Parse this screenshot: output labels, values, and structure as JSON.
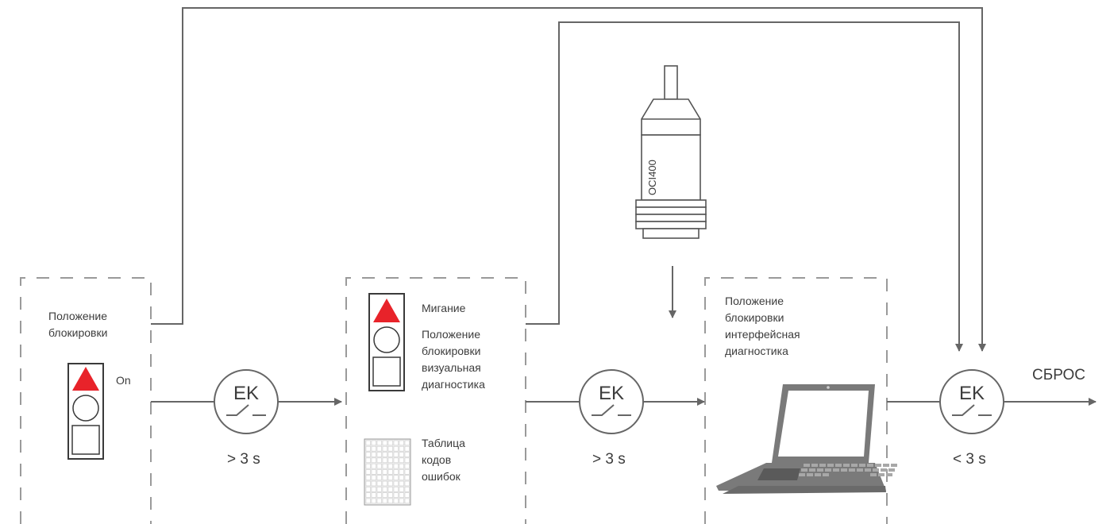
{
  "box1": {
    "title_line1": "Положение",
    "title_line2": "блокировки",
    "lamp_label": "On"
  },
  "box2": {
    "blink_label": "Мигание",
    "visual_line1": "Положение",
    "visual_line2": "блокировки",
    "visual_line3": "визуальная",
    "visual_line4": "диагностика",
    "table_line1": "Таблица",
    "table_line2": "кодов",
    "table_line3": "ошибок"
  },
  "box3": {
    "title_line1": "Положение",
    "title_line2": "блокировки",
    "title_line3": "интерфейсная",
    "title_line4": "диагностика"
  },
  "device": {
    "model": "OCI400"
  },
  "switches": [
    {
      "symbol": "EK",
      "timing": "> 3 s"
    },
    {
      "symbol": "EK",
      "timing": "> 3 s"
    },
    {
      "symbol": "EK",
      "timing": "< 3 s"
    }
  ],
  "output": {
    "label": "СБРОС"
  },
  "colors": {
    "line": "#666666",
    "lamp_red": "#e8232a",
    "laptop": "#7a7a7a",
    "frame": "#3a3a3a"
  }
}
